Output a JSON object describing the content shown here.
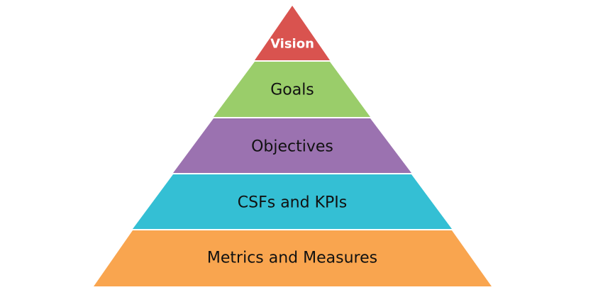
{
  "diagram": {
    "tiers": [
      {
        "label": "Vision",
        "color": "#D9534F",
        "text_color": "#FFFFFF"
      },
      {
        "label": "Goals",
        "color": "#9ACD6A",
        "text_color": "#111111"
      },
      {
        "label": "Objectives",
        "color": "#9B72B0",
        "text_color": "#111111"
      },
      {
        "label": "CSFs and KPIs",
        "color": "#34BFD4",
        "text_color": "#111111"
      },
      {
        "label": "Metrics and Measures",
        "color": "#F9A54F",
        "text_color": "#111111"
      }
    ]
  }
}
